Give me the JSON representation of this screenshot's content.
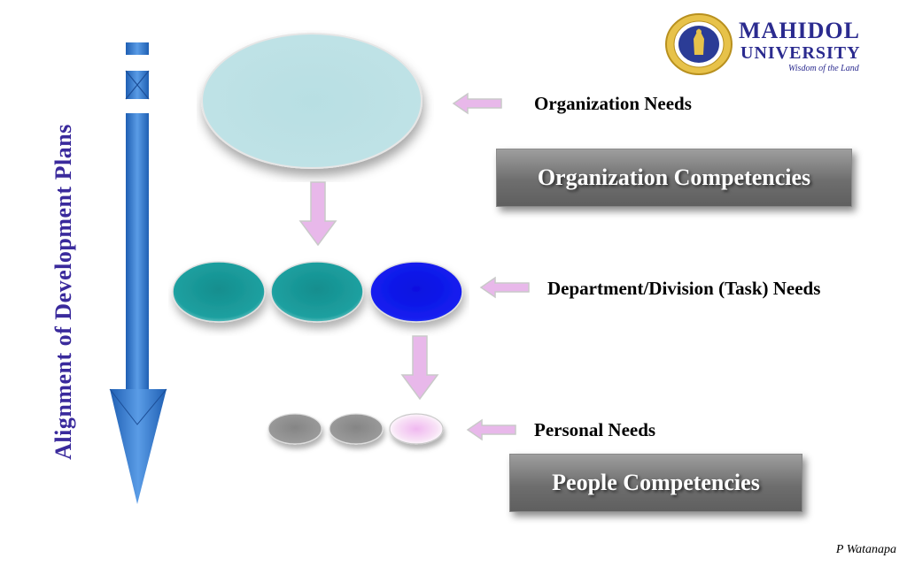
{
  "logo": {
    "name_line1": "MAHIDOL",
    "name_line2": "UNIVERSITY",
    "tagline": "Wisdom of the Land"
  },
  "side_label": "Alignment of Development Plans",
  "needs": {
    "organization": "Organization Needs",
    "department": "Department/Division (Task) Needs",
    "personal": "Personal Needs"
  },
  "boxes": {
    "organization_competencies": "Organization Competencies",
    "people_competencies": "People Competencies"
  },
  "credit": "P Watanapa",
  "colors": {
    "org_ellipse": "#b8dfe3",
    "dept_teal": "#1b9a9a",
    "dept_blue": "#0a14e6",
    "personal_gray": "#8e8e8e",
    "personal_pink": "#f2d2f0",
    "arrow_blue": "#3b7fd0",
    "small_arrow_pink": "#e8b8ea",
    "label_purple": "#3a2a9c"
  }
}
